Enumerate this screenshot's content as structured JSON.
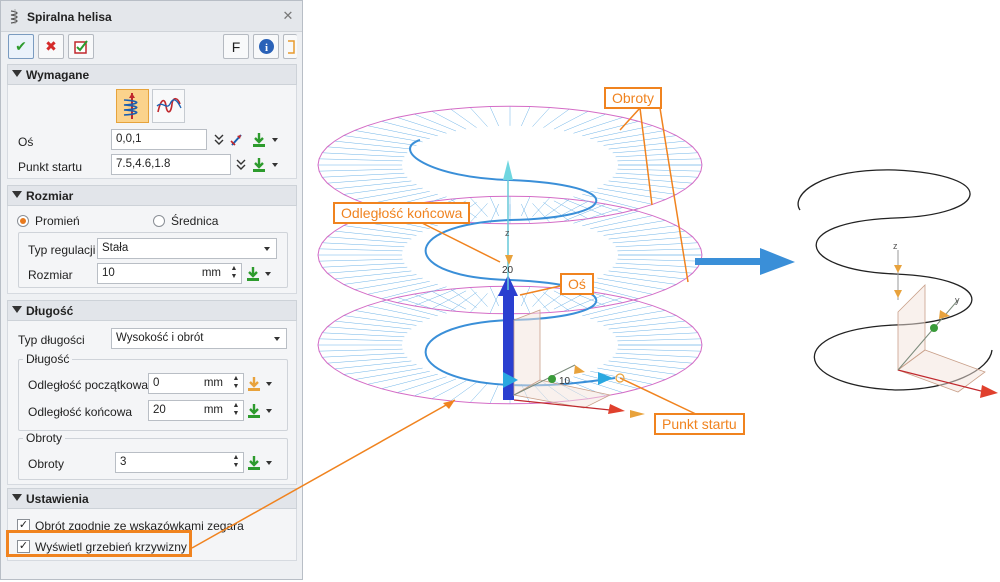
{
  "panel": {
    "title": "Spiralna helisa",
    "close_symbol": "✕",
    "toolbar": {
      "ok_symbol": "✔",
      "cancel_symbol": "✖",
      "f_label": "F",
      "info_label": "i"
    }
  },
  "sections": {
    "required": {
      "title": "Wymagane",
      "axis_label": "Oś",
      "axis_value": "0,0,1",
      "start_label": "Punkt startu",
      "start_value": "7.5,4.6,1.8"
    },
    "size": {
      "title": "Rozmiar",
      "radius_label": "Promień",
      "diameter_label": "Średnica",
      "selected": "Promień",
      "reg_type_label": "Typ regulacji",
      "reg_type_value": "Stała",
      "size_label": "Rozmiar",
      "size_value": "10",
      "unit": "mm"
    },
    "length": {
      "title": "Długość",
      "length_type_label": "Typ długości",
      "length_type_value": "Wysokość i obrót",
      "group_length_title": "Długość",
      "start_dist_label": "Odległość początkowa",
      "start_dist_value": "0",
      "end_dist_label": "Odległość końcowa",
      "end_dist_value": "20",
      "unit": "mm",
      "group_turns_title": "Obroty",
      "turns_label": "Obroty",
      "turns_value": "3"
    },
    "settings": {
      "title": "Ustawienia",
      "clockwise_label": "Obrót zgodnie ze wskazówkami zegara",
      "clockwise_checked": true,
      "show_comb_label": "Wyświetl grzebień krzywizny",
      "show_comb_checked": true
    }
  },
  "callouts": {
    "turns": "Obroty",
    "end_distance": "Odległość końcowa",
    "axis": "Oś",
    "start_point": "Punkt startu"
  },
  "viewport": {
    "axis_z": "z",
    "axis_y": "y",
    "tick_20": "20",
    "tick_10": "10"
  },
  "colors": {
    "accent": "#f0831f",
    "helix": "#3a8fd8",
    "comb": "#d46cc6",
    "arrow": "#3a8fd8"
  }
}
